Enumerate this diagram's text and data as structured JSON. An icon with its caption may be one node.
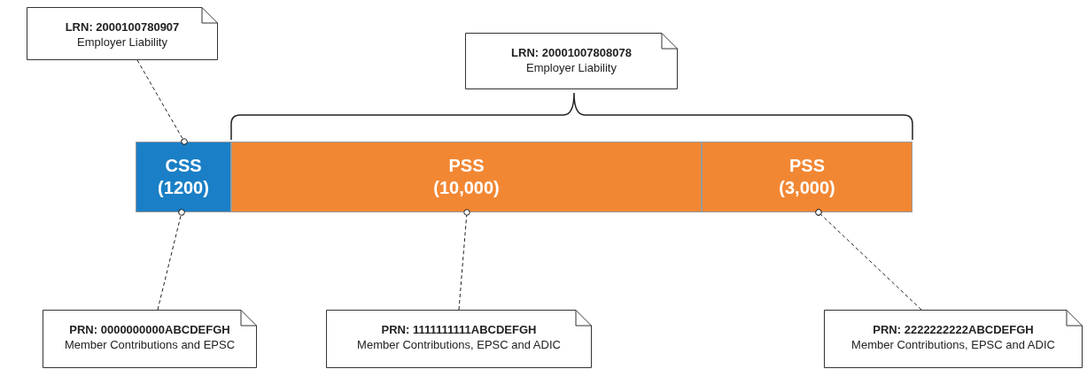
{
  "diagram": {
    "nodes": [
      {
        "text": [
          "LRN: 2000100780907",
          "Employer Liability"
        ]
      },
      {
        "text": [
          "LRN: 20001007808078",
          "Employer Liability"
        ]
      },
      {
        "text": [
          "CSS",
          "(1200)"
        ]
      },
      {
        "text": [
          "PSS",
          "(10,000)"
        ]
      },
      {
        "text": [
          "PSS",
          "(3,000)"
        ]
      },
      {
        "text": [
          "PRN: 0000000000ABCDEFGH",
          "Member Contributions and EPSC"
        ]
      },
      {
        "text": [
          "PRN: 1111111111ABCDEFGH",
          "Member Contributions, EPSC and ADIC"
        ]
      },
      {
        "text": [
          "PRN: 2222222222ABCDEFGH",
          "Member Contributions, EPSC and ADIC"
        ]
      }
    ],
    "edges": [
      {
        "from": 0,
        "to": 2,
        "arrow": "other",
        "style": "dashed"
      },
      {
        "from": 5,
        "to": 2,
        "arrow": "other",
        "style": "dashed"
      },
      {
        "from": 6,
        "to": 3,
        "arrow": "other",
        "style": "dashed"
      },
      {
        "from": 7,
        "to": 4,
        "arrow": "other",
        "style": "dashed"
      }
    ]
  }
}
